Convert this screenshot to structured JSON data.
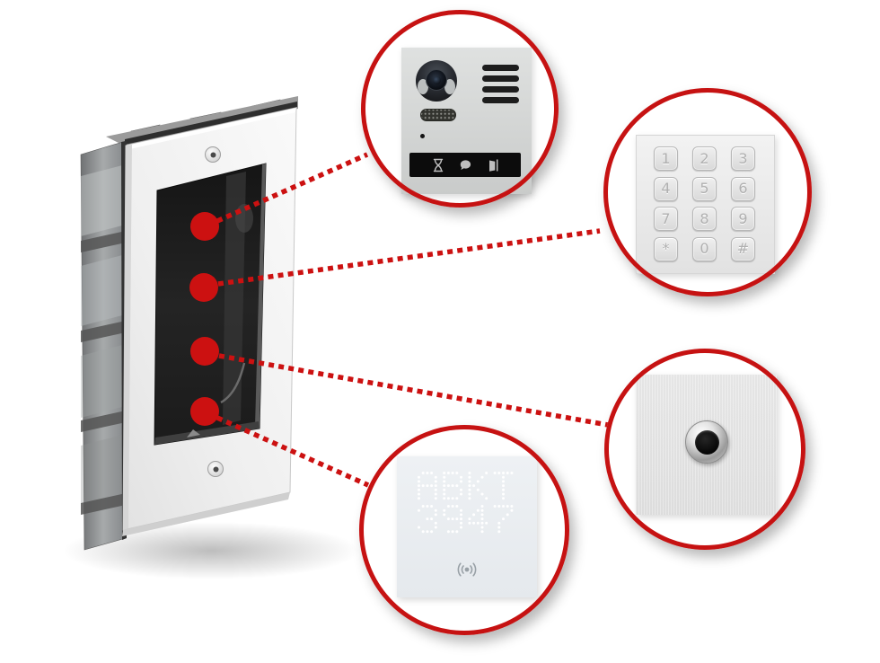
{
  "colors": {
    "accent_red": "#cc1111",
    "ring_red": "#c61212"
  },
  "device": {
    "name": "flush-mount-backbox-frame",
    "slot_marker_count": 4
  },
  "connectors": [
    {
      "from": "slot-marker-1",
      "to": "camera-module-callout"
    },
    {
      "from": "slot-marker-2",
      "to": "keypad-module-callout"
    },
    {
      "from": "slot-marker-3",
      "to": "bell-button-module-callout"
    },
    {
      "from": "slot-marker-4",
      "to": "display-module-callout"
    }
  ],
  "callouts": {
    "camera": {
      "name": "camera-speaker-module",
      "status_icons": [
        "hourglass-icon",
        "talk-icon",
        "door-open-icon"
      ]
    },
    "keypad": {
      "name": "keypad-module",
      "keys": [
        "1",
        "2",
        "3",
        "4",
        "5",
        "6",
        "7",
        "8",
        "9",
        "*",
        "0",
        "#"
      ]
    },
    "bell_button": {
      "name": "call-button-module"
    },
    "display": {
      "name": "display-rfid-module",
      "lines": [
        "ABKT",
        "3947"
      ],
      "rfid_icon": "rfid-waves-icon"
    }
  }
}
